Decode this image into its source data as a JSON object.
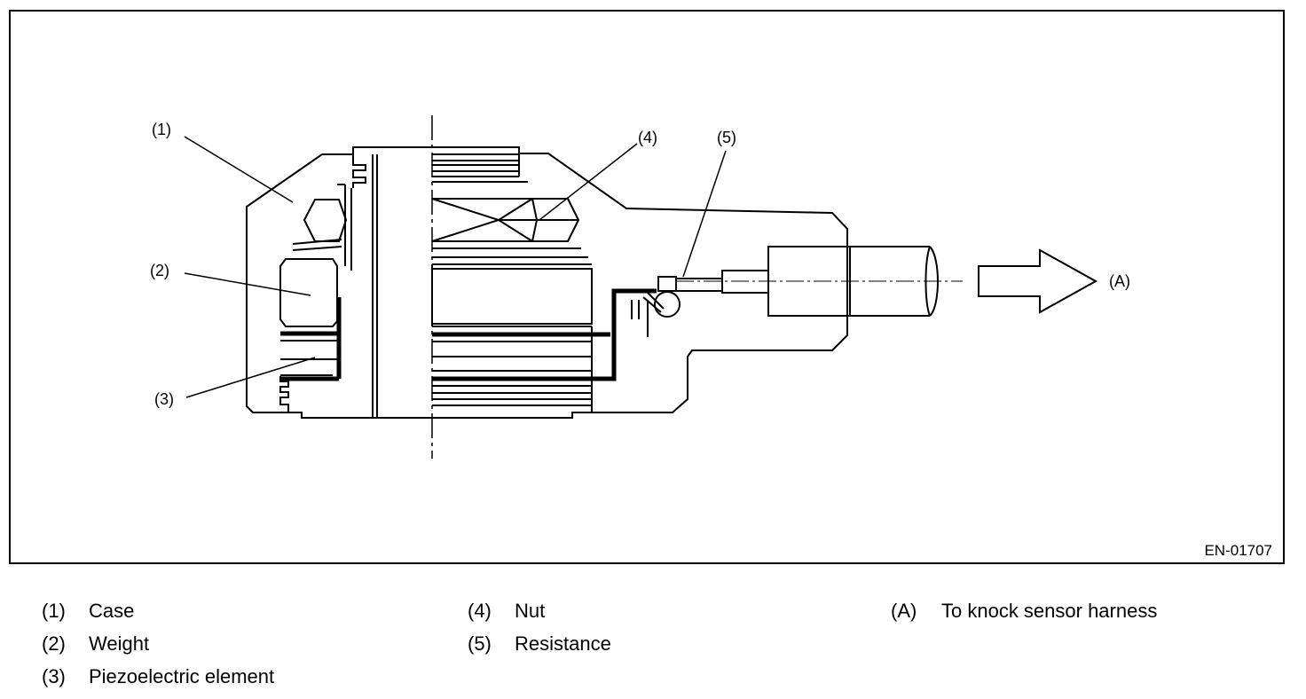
{
  "diagram": {
    "figure_code": "EN-01707",
    "callouts": {
      "c1": "(1)",
      "c2": "(2)",
      "c3": "(3)",
      "c4": "(4)",
      "c5": "(5)",
      "cA": "(A)"
    }
  },
  "legend": {
    "col1": [
      {
        "num": "(1)",
        "text": "Case"
      },
      {
        "num": "(2)",
        "text": "Weight"
      },
      {
        "num": "(3)",
        "text": "Piezoelectric element"
      }
    ],
    "col2": [
      {
        "num": "(4)",
        "text": "Nut"
      },
      {
        "num": "(5)",
        "text": "Resistance"
      }
    ],
    "col3": [
      {
        "num": "(A)",
        "text": "To knock sensor harness"
      }
    ]
  }
}
